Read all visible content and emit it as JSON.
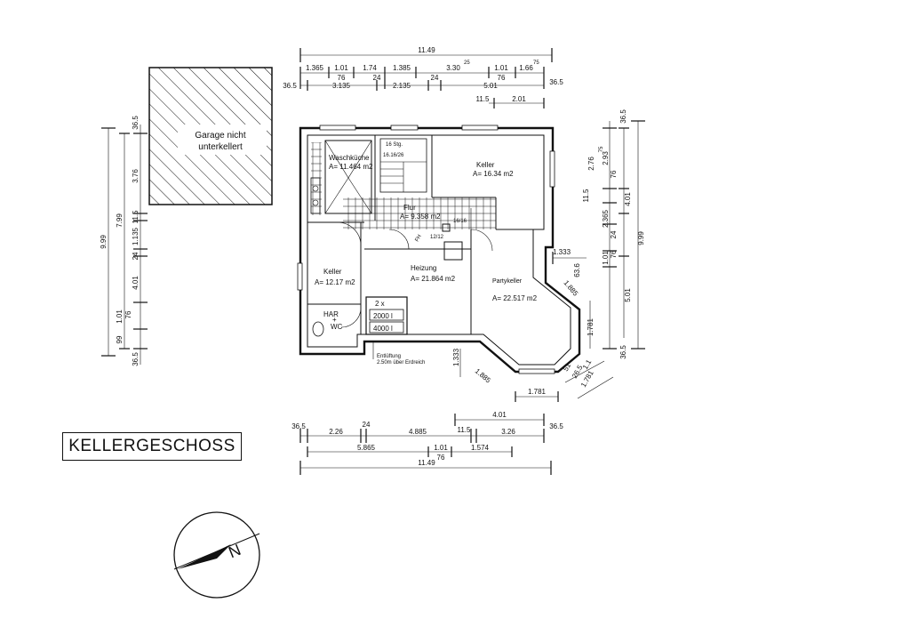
{
  "title": "KELLERGESCHOSS",
  "garage_label": [
    "Garage nicht",
    "unterkellert"
  ],
  "north_label": "N",
  "rooms": {
    "waschkueche": {
      "name": "Waschküche",
      "area": "A= 11.464 m2"
    },
    "flur": {
      "name": "Flur",
      "area": "A= 9.358 m2"
    },
    "keller_top": {
      "name": "Keller",
      "area": "A= 16.34 m2"
    },
    "keller_left": {
      "name": "Keller",
      "area": "A= 12.17 m2"
    },
    "heizung": {
      "name": "Heizung",
      "area": "A= 21.864 m2"
    },
    "partykeller": {
      "name": "Partykeller",
      "area": "A= 22.517 m2"
    },
    "har_wc": {
      "name": "HAR",
      "plus": "+",
      "wc": "WC"
    }
  },
  "stairs": {
    "steps": "16 Stg.",
    "ratio": "16.16/26"
  },
  "tanks": {
    "count": "2 x",
    "tank1": "2000 l",
    "tank2": "4000 l"
  },
  "fh_label": "FH",
  "shaft_labels": [
    "16/16",
    "12/12"
  ],
  "vent_note": [
    "Entlüftung",
    "2.50m über Erdreich"
  ],
  "dims_top": {
    "total": "11.49",
    "row2": [
      "1.365",
      "1.01",
      "1.74",
      "1.385",
      "3.30",
      "25",
      "1.01",
      "1.66",
      "75"
    ],
    "row2_sub": [
      "76",
      "76"
    ],
    "row3": [
      "36.5",
      "3.135",
      "24",
      "2.135",
      "24",
      "5.01",
      "36.5"
    ],
    "row4": [
      "11.5",
      "2.01"
    ]
  },
  "dims_bottom": {
    "row1": [
      "4.01"
    ],
    "row2": [
      "36.5",
      "2.26",
      "24",
      "4.885",
      "11.5",
      "3.26",
      "36.5"
    ],
    "row3": [
      "5.865",
      "1.01",
      "1.574"
    ],
    "row3_sub": [
      "76"
    ],
    "total": "11.49"
  },
  "dims_left": {
    "outer": "9.99",
    "mid": "7.99",
    "inner": [
      "36.5",
      "3.76",
      "11.5",
      "1.135",
      "24",
      "4.01",
      "76",
      "1.01",
      "99",
      "36.5"
    ]
  },
  "dims_right": {
    "outer": "9.99",
    "mid": [
      "2.93",
      "75",
      "4.01",
      "5.01"
    ],
    "inner": [
      "36.5",
      "2.76",
      "11.5",
      "76",
      "2.365",
      "24",
      "1.01",
      "76",
      "63.6",
      "1.781",
      "36.5"
    ]
  },
  "dims_bay": [
    "1.333",
    "1.885",
    "1.333",
    "1.885",
    "1.781",
    "51",
    "1.781",
    "26.5",
    "1.1"
  ]
}
